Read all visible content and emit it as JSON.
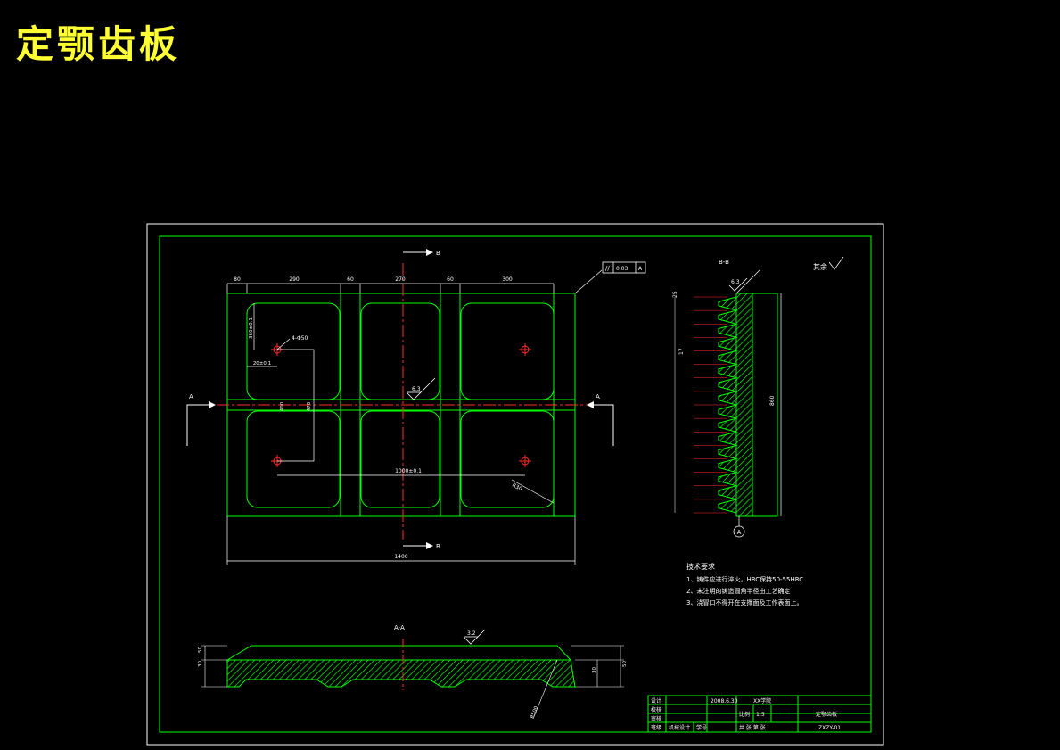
{
  "title": "定颚齿板",
  "colors": {
    "background": "#000000",
    "title": "#ffff33",
    "outline": "#00ff00",
    "centerline": "#ff2a2a",
    "dimension": "#ffffff",
    "border": "#ffffff"
  },
  "plan_view": {
    "top_dims": [
      "80",
      "290",
      "60",
      "270",
      "60",
      "300"
    ],
    "overall_width": "1400",
    "hole_label": "4-Φ50",
    "hole_spacing": "1000±0.1",
    "section_mark_b": "B",
    "section_mark_a": "A",
    "vertical_dim_1": "360±0.1",
    "vertical_dim_2": "20±0.1",
    "vertical_dim_3": "470",
    "vertical_dim_4": "400",
    "roughness": "6.3",
    "radius_label": "R30",
    "tolerance": "0.03",
    "datum": "A"
  },
  "section_bb": {
    "label": "B-B",
    "roughness": "6.3",
    "height": "860",
    "pitch": "17",
    "top_dim": "25",
    "datum": "A",
    "rest_symbol": "其余"
  },
  "section_aa": {
    "label": "A-A",
    "roughness": "3.2",
    "dims": [
      "50",
      "30",
      "30",
      "50"
    ],
    "radius": "R500"
  },
  "tech_requirements": {
    "heading": "技术要求",
    "items": [
      "1、铸件应进行淬火，HRC保持50-55HRC",
      "2、未注明的铸造圆角半径由工艺确定",
      "3、浇冒口不得开在支撑面及工作表面上。"
    ]
  },
  "title_block": {
    "design": "设计",
    "check": "校核",
    "review": "审核",
    "class": "班级",
    "class_value": "机械设计",
    "student_no": "学号",
    "date": "2008.6.30",
    "school": "XX学院",
    "scale_label": "比例",
    "scale": "1:5",
    "part_name": "定颚齿板",
    "sheet": "共 张 第 张",
    "drawing_no": "ZXZY-01"
  }
}
